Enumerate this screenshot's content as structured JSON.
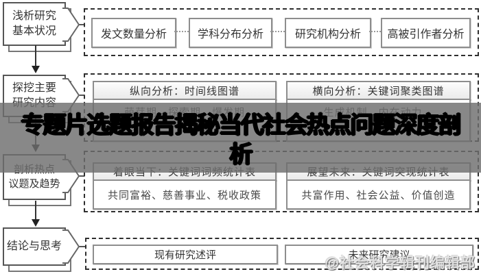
{
  "colors": {
    "overlay_band": "#6e6e6e",
    "title_text": "#000000",
    "box_border": "#8d8d8d",
    "dashed_border": "#2e2e2e"
  },
  "stages": [
    {
      "label": "浅析研究\n基本状况"
    },
    {
      "label": "探挖主要\n研究内容"
    },
    {
      "label": "剖析热点\n议题及趋势"
    },
    {
      "label": "结论与思考"
    }
  ],
  "row1": {
    "boxes": [
      "发文数量分析",
      "学科分布分析",
      "研究机构分析",
      "高被引作者分析"
    ]
  },
  "row2": {
    "left": {
      "header": "纵向分析：时间线图谱",
      "body": "萌芽期、探索期、爆发期"
    },
    "right": {
      "header": "横向分析：关键词聚类图谱",
      "body": "生成机制、内在动力、"
    }
  },
  "row3": {
    "left": {
      "header": "着眼当下：关键词词频统计表",
      "body": "共同富裕、慈善事业、税收政策"
    },
    "right": {
      "header": "展望未来：关键词突现统计表",
      "body": "共富作用、社会公益、价值创造"
    }
  },
  "row4": {
    "boxes": [
      "现有研究述评",
      "未来研究建议"
    ]
  },
  "overlay": {
    "title_line1": "专题片选题报告揭秘当代社会热点问题深度剖",
    "title_line2": "析"
  },
  "watermark": {
    "text": "@社会科学辑刊编辑部"
  }
}
